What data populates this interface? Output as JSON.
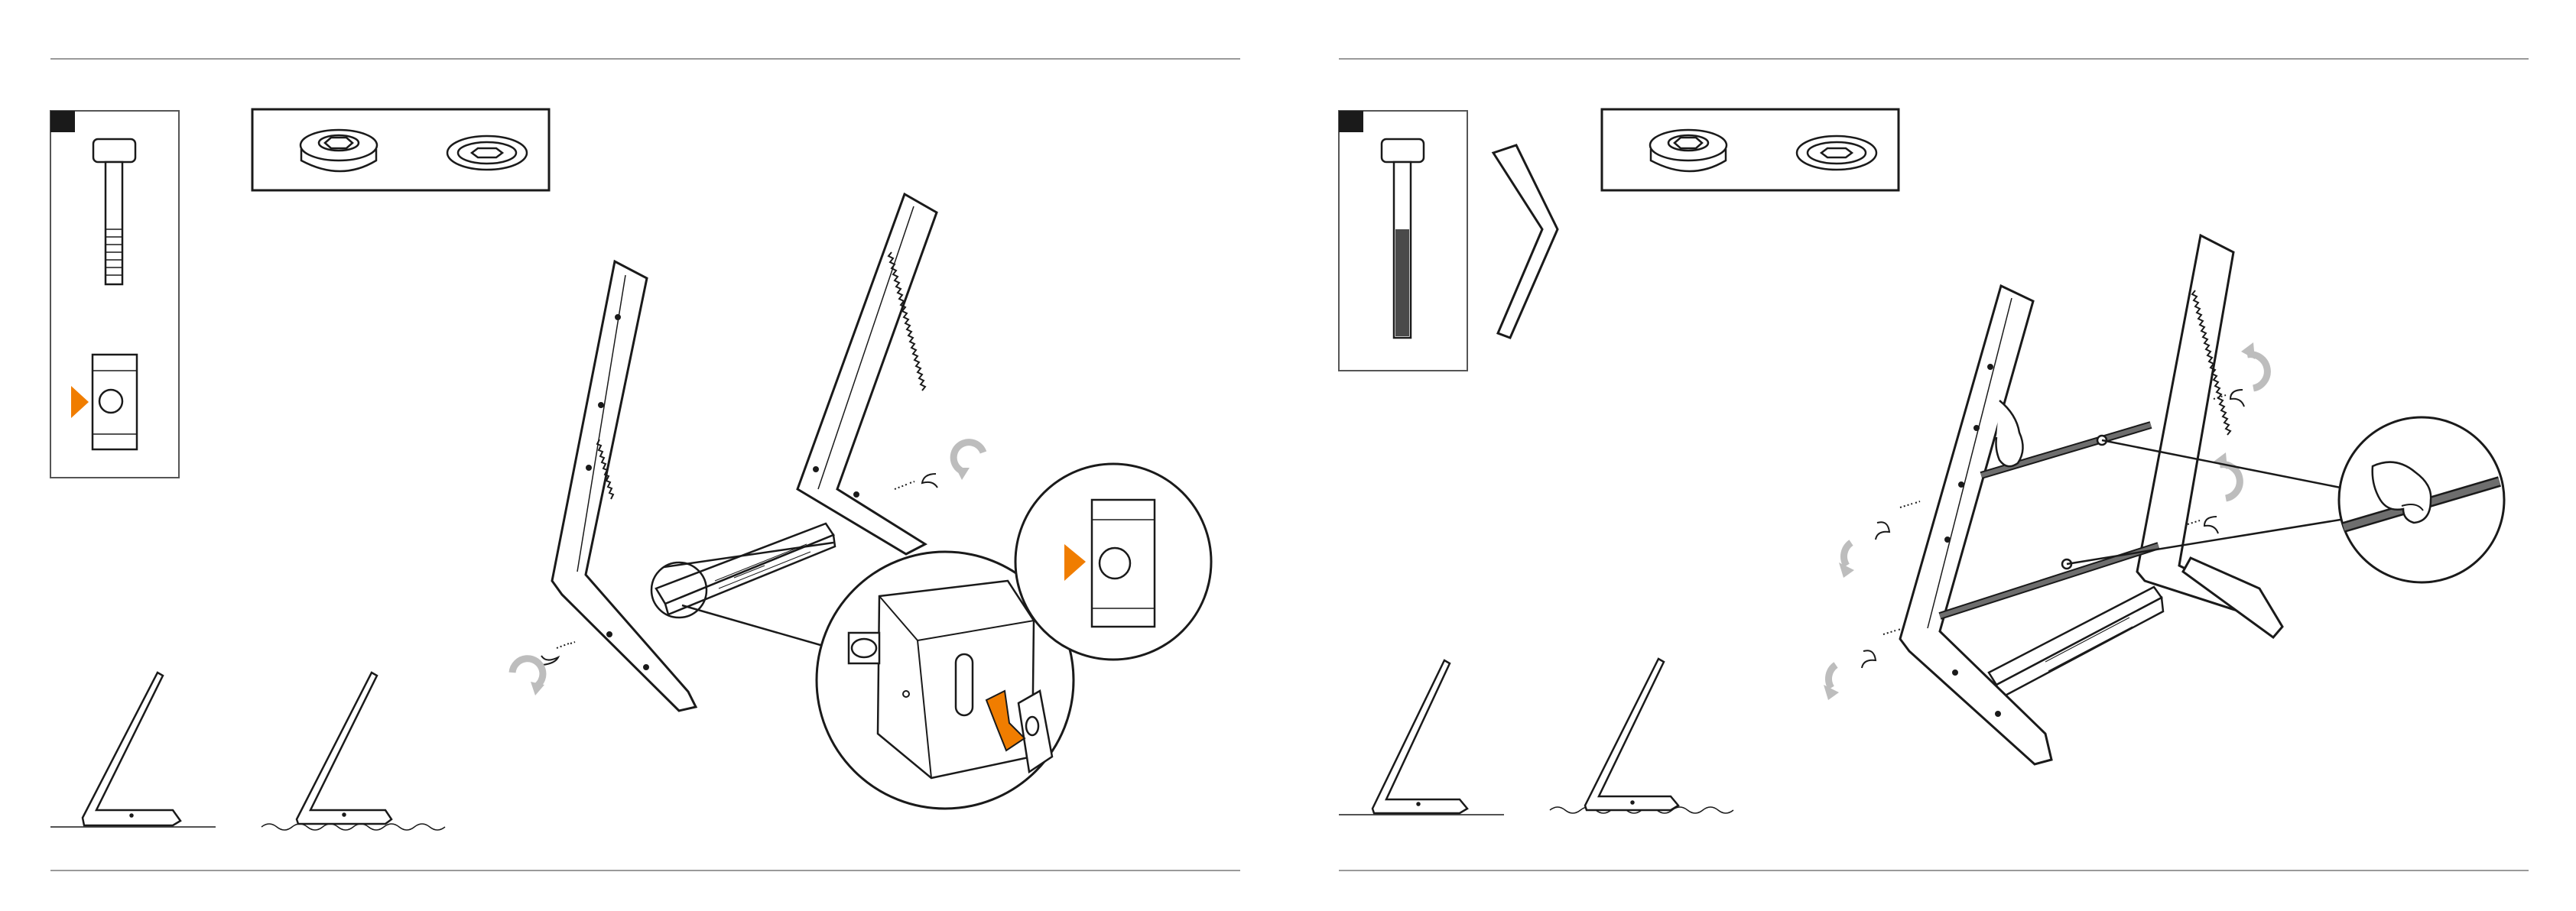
{
  "pages": [
    {
      "id": "left",
      "parts_box": {
        "items": [
          "bolt",
          "barrel-nut"
        ]
      },
      "tool_box": {
        "items": [
          "flat-washer",
          "oval-cover-cap"
        ]
      },
      "steps": [
        "floor-level-chair-position",
        "rug-level-chair-position",
        "attach-rear-crossbar",
        "barrel-nut-orientation-detail"
      ]
    },
    {
      "id": "right",
      "parts_box": {
        "items": [
          "bolt",
          "allen-key"
        ]
      },
      "tool_box": {
        "items": [
          "flat-washer",
          "oval-cover-cap"
        ]
      },
      "steps": [
        "floor-level-chair-position",
        "rug-level-chair-position",
        "insert-support-rods",
        "hand-holding-rod-detail"
      ]
    }
  ],
  "colors": {
    "accent": "#f07d00",
    "line": "#1a1a1a",
    "rule": "#9a9a9a",
    "arrow_gray": "#bdbdbd",
    "rod": "#6e6e6e",
    "panel": "#ffffff"
  },
  "icons": [
    "bolt-icon",
    "barrel-nut-icon",
    "allen-key-icon",
    "washer-icon",
    "cover-cap-icon",
    "rotate-arrow-icon",
    "push-arrow-icon",
    "orientation-triangle-icon"
  ]
}
